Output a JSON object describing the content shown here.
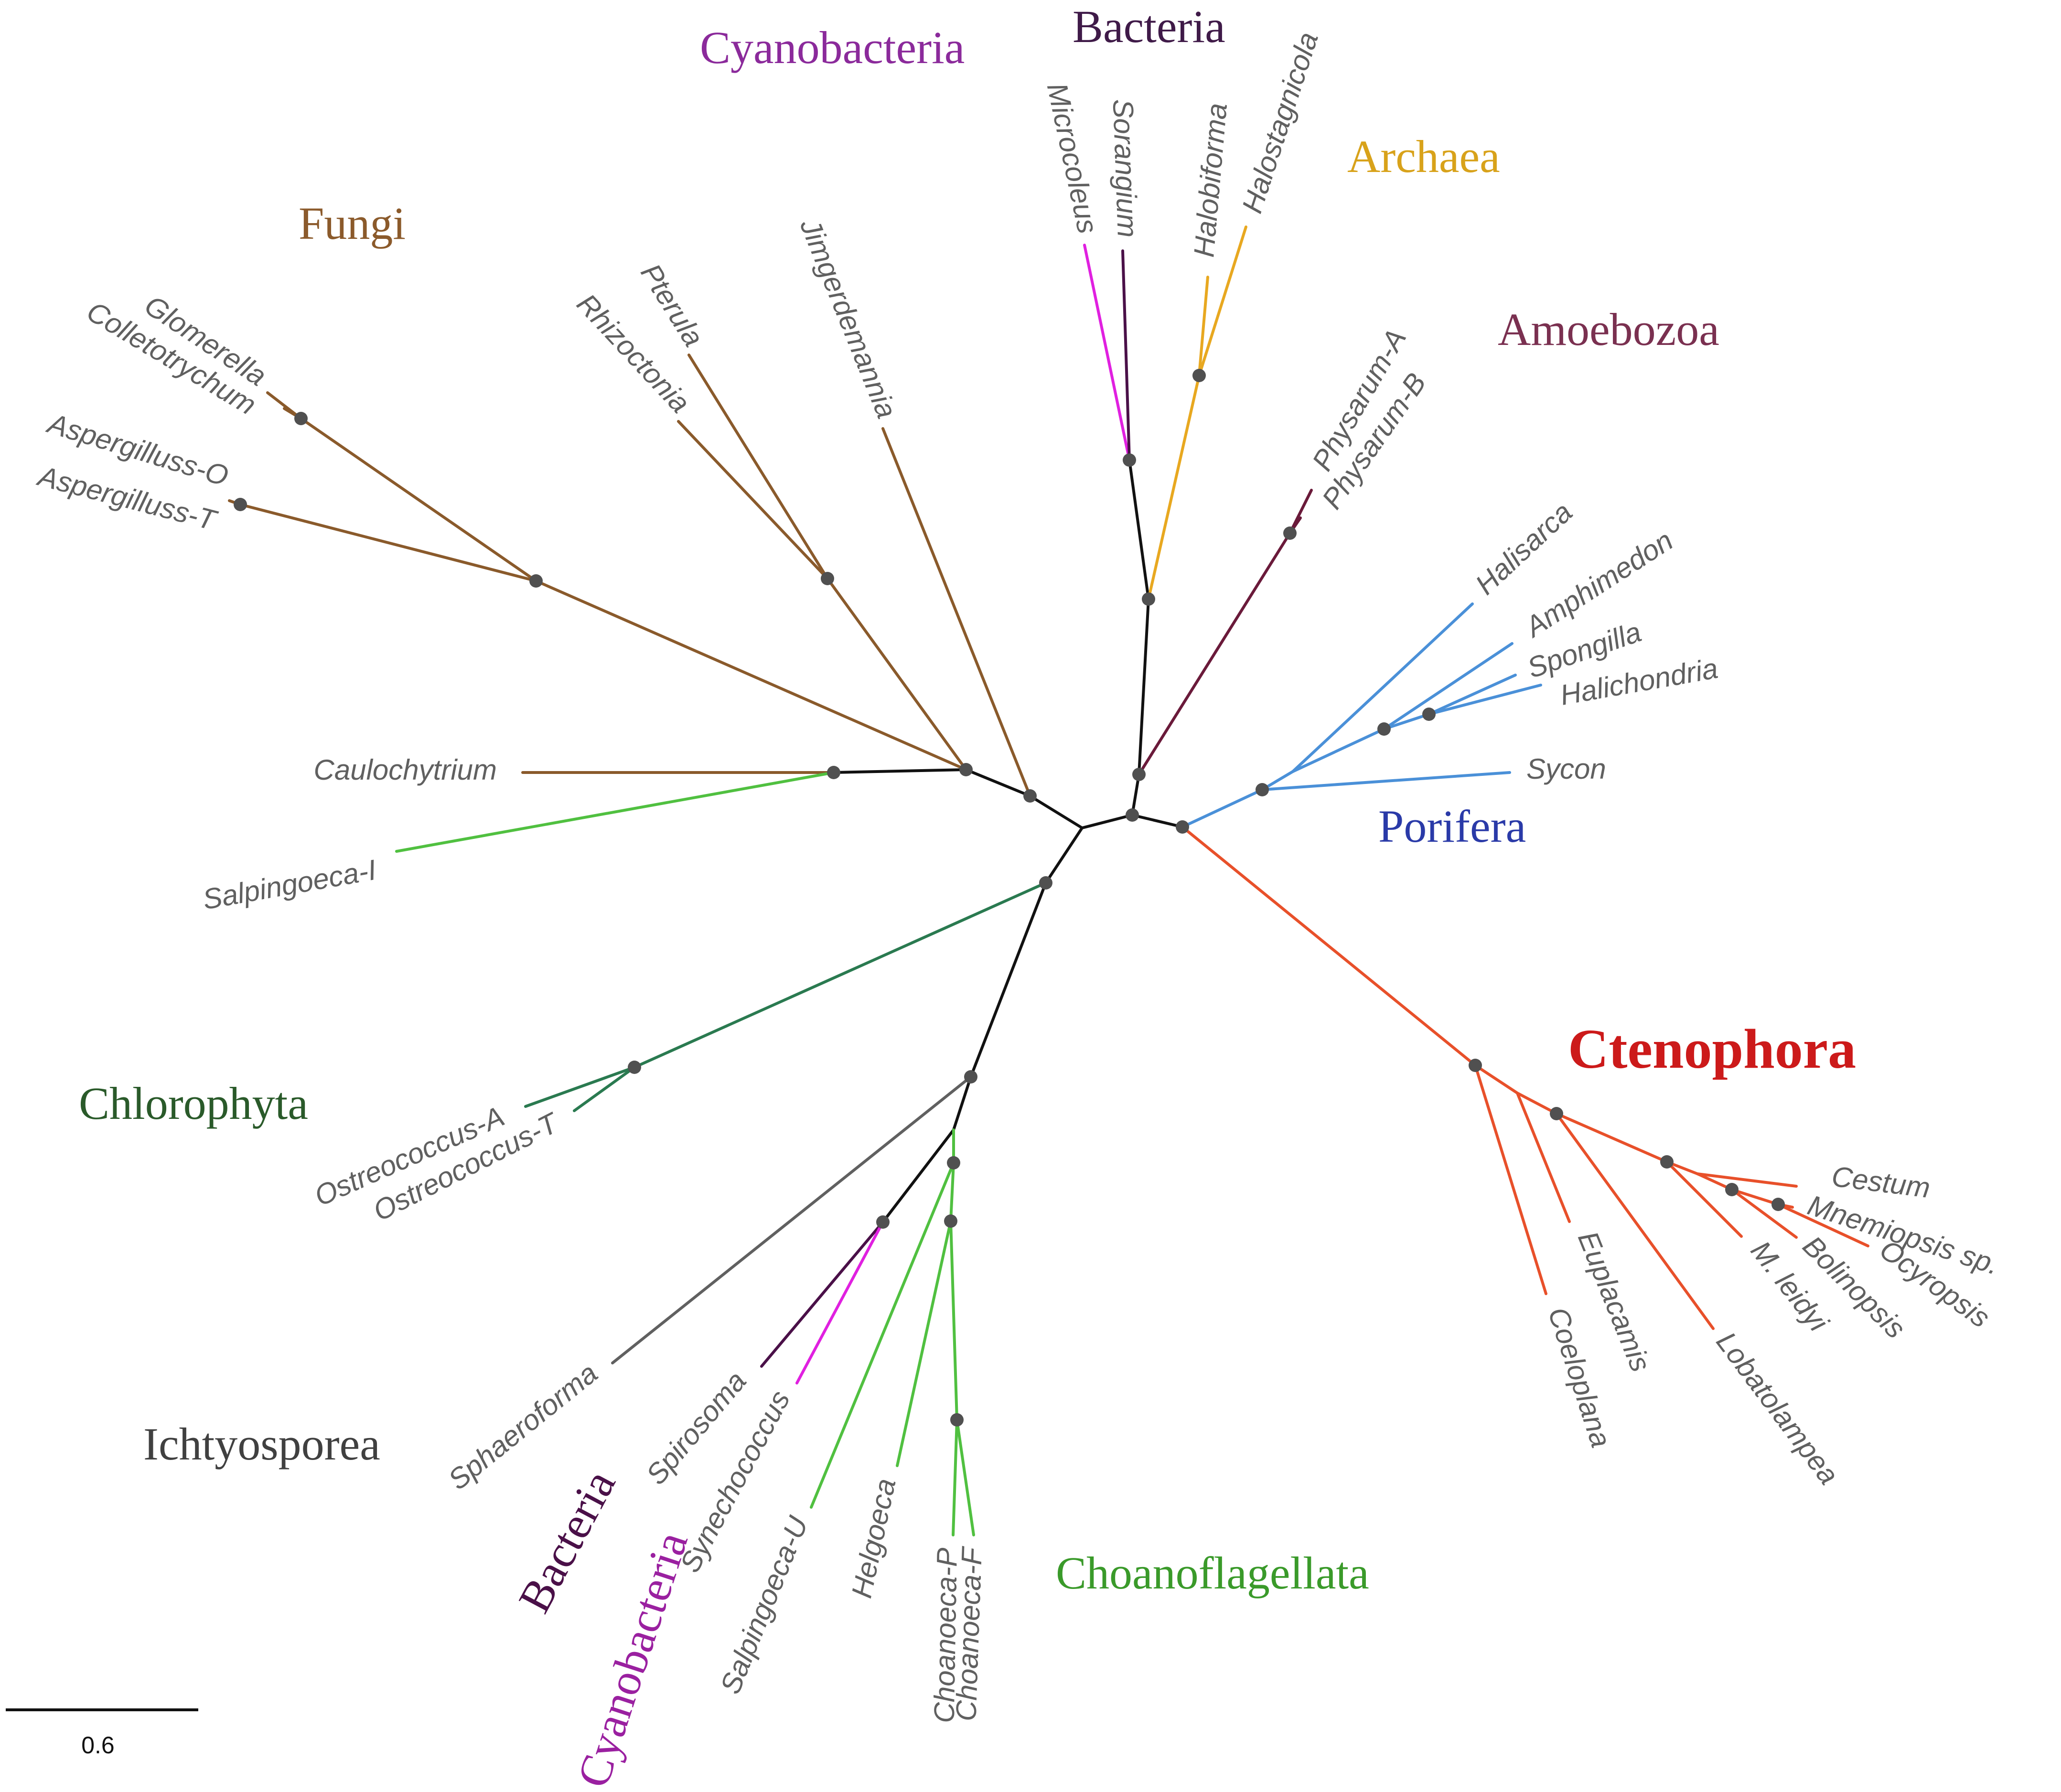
{
  "colors": {
    "fungi": "#8a5a2b",
    "cyanobacteria": "#e020e0",
    "bacteria": "#4a1048",
    "archaea": "#e8a820",
    "amoebozoa": "#6a1a3a",
    "porifera": "#4a90d8",
    "ctenophora": "#e8502a",
    "choanoflagellata": "#50c040",
    "chlorophyta": "#2a7a50",
    "ichthyosporea": "#606060",
    "backbone": "#111111",
    "node": "#505050",
    "label": "#606060"
  },
  "group_labels": {
    "fungi": {
      "text": "Fungi",
      "color": "#8b5a2b"
    },
    "cyanobacteria_top": {
      "text": "Cyanobacteria",
      "color": "#8b2a9b"
    },
    "bacteria_top": {
      "text": "Bacteria",
      "color": "#3f1a48"
    },
    "archaea": {
      "text": "Archaea",
      "color": "#d8a21a"
    },
    "amoebozoa": {
      "text": "Amoebozoa",
      "color": "#7a3050"
    },
    "porifera": {
      "text": "Porifera",
      "color": "#2a3aa8"
    },
    "ctenophora": {
      "text": "Ctenophora",
      "color": "#cc1a1a"
    },
    "chlorophyta": {
      "text": "Chlorophyta",
      "color": "#2a5a2a"
    },
    "ichthyosporea": {
      "text": "Ichtyosporea",
      "color": "#404040"
    },
    "bacteria_bottom": {
      "text": "Bacteria",
      "color": "#4a1048"
    },
    "cyanobacteria_bottom": {
      "text": "Cyanobacteria",
      "color": "#9a20a0"
    },
    "choanoflagellata": {
      "text": "Choanoflagellata",
      "color": "#3a9a2a"
    }
  },
  "taxa": {
    "glomerella": "Glomerella",
    "colletotrychum": "Colletotrychum",
    "aspergilluss_o": "Aspergilluss-O",
    "aspergilluss_t": "Aspergilluss-T",
    "pterula": "Pterula",
    "rhizoctonia": "Rhizoctonia",
    "jimgerdemannia": "Jimgerdemannia",
    "caulochytrium": "Caulochytrium",
    "salpingoeca_i": "Salpingoeca-I",
    "microcoleus": "Microcoleus",
    "sorangium": "Sorangium",
    "halobiforma": "Halobiforma",
    "halostagnicola": "Halostagnicola",
    "physarum_a": "Physarum-A",
    "physarum_b": "Physarum-B",
    "halisarca": "Halisarca",
    "amphimedon": "Amphimedon",
    "spongilla": "Spongilla",
    "halichondria": "Halichondria",
    "sycon": "Sycon",
    "cestum": "Cestum",
    "mnemiopsis": "Mnemiopsis sp.",
    "ocyropsis": "Ocyropsis",
    "bolinopsis": "Bolinopsis",
    "m_leidyi": "M. leidyi",
    "lobatolampea": "Lobatolampea",
    "euplacamis": "Euplacamis",
    "coeloplana": "Coeloplana",
    "ostreococcus_a": "Ostreococcus-A",
    "ostreococcus_t": "Ostreococcus-T",
    "sphaeroforma": "Sphaeroforma",
    "spirosoma": "Spirosoma",
    "synechococcus": "Synechococcus",
    "salpingoeca_u": "Salpingoeca-U",
    "helgoeca": "Helgoeca",
    "choanoeca_p": "Choanoeca-P",
    "choanoeca_f": "Choanoeca-F"
  },
  "scale_bar": {
    "label": "0.6"
  }
}
